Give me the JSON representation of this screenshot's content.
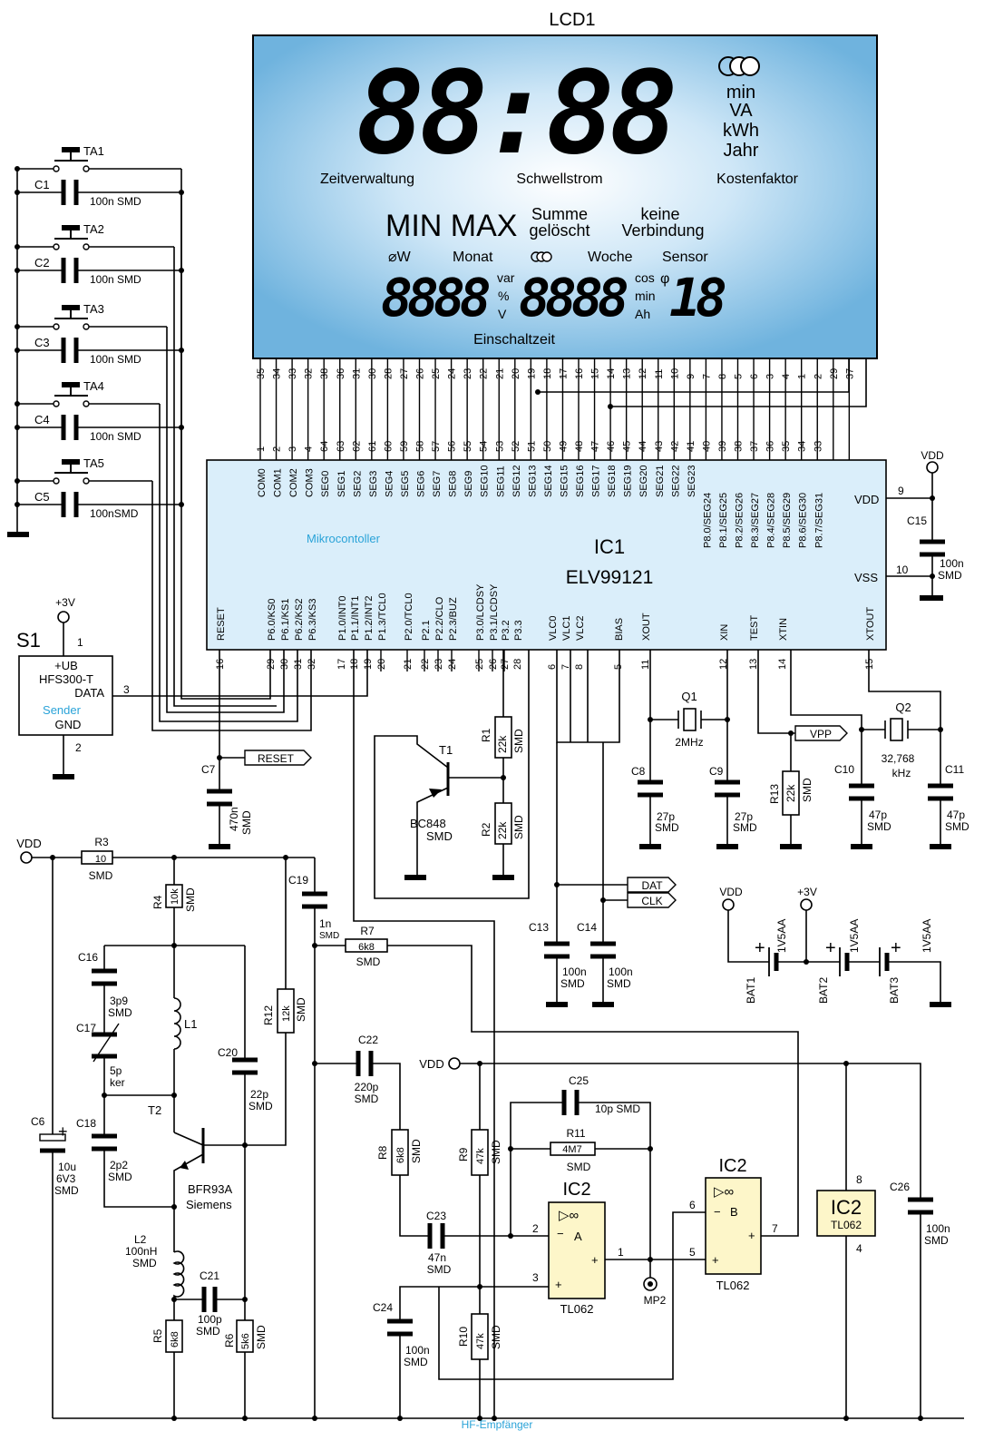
{
  "lcd": {
    "title": "LCD1",
    "big_digits": "88:88",
    "units": [
      "min",
      "VA",
      "kWh",
      "Jahr"
    ],
    "line1": [
      "Zeitverwaltung",
      "Schwellstrom",
      "Kostenfaktor"
    ],
    "min_max": "MIN MAX",
    "summe": [
      "Summe",
      "gelöscht"
    ],
    "keine": [
      "keine",
      "Verbindung"
    ],
    "line3": [
      "⌀W",
      "Monat",
      "Woche",
      "Sensor"
    ],
    "small_digits_1": "8888",
    "small_digits_2": "8888",
    "small_digits_3": "18",
    "units_small": [
      "var",
      "%",
      "V",
      "cos",
      "φ",
      "min",
      "Ah"
    ],
    "footer": "Einschaltzeit",
    "lcd_pins": [
      "35",
      "34",
      "33",
      "32",
      "38",
      "36",
      "31",
      "30",
      "28",
      "27",
      "26",
      "25",
      "24",
      "23",
      "22",
      "21",
      "20",
      "19",
      "18",
      "17",
      "16",
      "15",
      "14",
      "13",
      "12",
      "11",
      "10",
      "9",
      "7",
      "8",
      "5",
      "6",
      "3",
      "4",
      "1",
      "2",
      "29",
      "37"
    ]
  },
  "ic1": {
    "ref": "IC1",
    "part": "ELV99121",
    "label": "Mikrocontoller",
    "top_pin_numbers": [
      "1",
      "2",
      "3",
      "4",
      "64",
      "63",
      "62",
      "61",
      "60",
      "59",
      "58",
      "57",
      "56",
      "55",
      "54",
      "53",
      "52",
      "51",
      "50",
      "49",
      "48",
      "47",
      "46",
      "45",
      "44",
      "43",
      "42",
      "41",
      "40",
      "39",
      "38",
      "37",
      "36",
      "35",
      "34",
      "33"
    ],
    "top_pin_names": [
      "COM0",
      "COM1",
      "COM2",
      "COM3",
      "SEG0",
      "SEG1",
      "SEG2",
      "SEG3",
      "SEG4",
      "SEG5",
      "SEG6",
      "SEG7",
      "SEG8",
      "SEG9",
      "SEG10",
      "SEG11",
      "SEG12",
      "SEG13",
      "SEG14",
      "SEG15",
      "SEG16",
      "SEG17",
      "SEG18",
      "SEG19",
      "SEG20",
      "SEG21",
      "SEG22",
      "SEG23",
      "P8.0/SEG24",
      "P8.1/SEG25",
      "P8.2/SEG26",
      "P8.3/SEG27",
      "P8.4/SEG28",
      "P8.5/SEG29",
      "P8.6/SEG30",
      "P8.7/SEG31"
    ],
    "bottom_pin_names": [
      "RESET",
      "P6.0/KS0",
      "P6.1/KS1",
      "P6.2/KS2",
      "P6.3/KS3",
      "P1.0/INT0",
      "P1.1/INT1",
      "P1.2/INT2",
      "P1.3/TCL0",
      "P2.0/TCL0",
      "P2.1",
      "P2.2/CLO",
      "P2.3/BUZ",
      "P3.0/LCDSY",
      "P3.1/LCDSY",
      "P3.2",
      "P3.3",
      "VLC0",
      "VLC1",
      "VLC2",
      "BIAS",
      "XOUT",
      "XIN",
      "TEST",
      "XTIN",
      "XTOUT"
    ],
    "bottom_pin_numbers": [
      "16",
      "29",
      "30",
      "31",
      "32",
      "17",
      "18",
      "19",
      "20",
      "21",
      "22",
      "23",
      "24",
      "25",
      "26",
      "27",
      "28",
      "6",
      "7",
      "8",
      "5",
      "11",
      "12",
      "13",
      "14",
      "15"
    ],
    "vdd_label": "VDD",
    "vdd_pin": "9",
    "vss_label": "VSS",
    "vss_pin": "10"
  },
  "keys": [
    {
      "ref": "TA1",
      "cap": "C1",
      "value": "100n  SMD"
    },
    {
      "ref": "TA2",
      "cap": "C2",
      "value": "100n  SMD"
    },
    {
      "ref": "TA3",
      "cap": "C3",
      "value": "100n  SMD"
    },
    {
      "ref": "TA4",
      "cap": "C4",
      "value": "100n  SMD"
    },
    {
      "ref": "TA5",
      "cap": "C5",
      "value": "100nSMD"
    }
  ],
  "sender": {
    "ref": "S1",
    "supply": "+3V",
    "pin1": "1",
    "ub": "+UB",
    "part": "HFS300-T",
    "data": "DATA",
    "pin3": "3",
    "name": "Sender",
    "gnd": "GND",
    "pin2": "2"
  },
  "misc": {
    "reset": "RESET",
    "vpp": "VPP",
    "dat": "DAT",
    "clk": "CLK",
    "vdd": "VDD",
    "plus3v": "+3V",
    "mp2": "MP2",
    "bottom_label": "HF-Empfänger"
  },
  "parts": {
    "C7": [
      "C7",
      "470n",
      "SMD"
    ],
    "C15": [
      "C15",
      "100n",
      "SMD"
    ],
    "Q1": [
      "Q1",
      "2MHz"
    ],
    "Q2": [
      "Q2",
      "32,768",
      "kHz"
    ],
    "C8": [
      "C8",
      "27p",
      "SMD"
    ],
    "C9": [
      "C9",
      "27p",
      "SMD"
    ],
    "R13": [
      "R13",
      "22k",
      "SMD"
    ],
    "C10": [
      "C10",
      "47p",
      "SMD"
    ],
    "C11": [
      "C11",
      "47p",
      "SMD"
    ],
    "T1": [
      "T1",
      "BC848",
      "SMD"
    ],
    "R1": [
      "R1",
      "22k",
      "SMD"
    ],
    "R2": [
      "R2",
      "22k",
      "SMD"
    ],
    "C13": [
      "C13",
      "100n",
      "SMD"
    ],
    "C14": [
      "C14",
      "100n",
      "SMD"
    ],
    "BAT": [
      "BAT1",
      "BAT2",
      "BAT3",
      "1V5AA"
    ],
    "R3": [
      "R3",
      "10",
      "SMD"
    ],
    "R4": [
      "R4",
      "10k",
      "SMD"
    ],
    "C16": [
      "C16",
      "3p9",
      "SMD"
    ],
    "C17": [
      "C17",
      "5p",
      "ker"
    ],
    "L1": [
      "L1"
    ],
    "C18": [
      "C18",
      "2p2",
      "SMD"
    ],
    "C6": [
      "C6",
      "10u",
      "6V3",
      "SMD"
    ],
    "T2": [
      "T2",
      "BFR93A",
      "Siemens"
    ],
    "L2": [
      "L2",
      "100nH",
      "SMD"
    ],
    "C21": [
      "C21",
      "100p",
      "SMD"
    ],
    "R5": [
      "R5",
      "6k8"
    ],
    "R6": [
      "R6",
      "5k6",
      "SMD"
    ],
    "C20": [
      "C20",
      "22p",
      "SMD"
    ],
    "R12": [
      "R12",
      "12k",
      "SMD"
    ],
    "C19": [
      "C19",
      "1n",
      "SMD"
    ],
    "R7": [
      "R7",
      "6k8",
      "SMD"
    ],
    "C22": [
      "C22",
      "220p",
      "SMD"
    ],
    "R8": [
      "R8",
      "6k8",
      "SMD"
    ],
    "C23": [
      "C23",
      "47n",
      "SMD"
    ],
    "C24": [
      "C24",
      "100n",
      "SMD"
    ],
    "R9": [
      "R9",
      "47k",
      "SMD"
    ],
    "R10": [
      "R10",
      "47k",
      "SMD"
    ],
    "C25": [
      "C25",
      "10p  SMD"
    ],
    "R11": [
      "R11",
      "4M7",
      "SMD"
    ],
    "C26": [
      "C26",
      "100n",
      "SMD"
    ],
    "IC2A": [
      "IC2",
      "A",
      "TL062",
      "2",
      "3",
      "1"
    ],
    "IC2B": [
      "IC2",
      "B",
      "TL062",
      "6",
      "5",
      "7"
    ],
    "IC2P": [
      "IC2",
      "TL062",
      "8",
      "4"
    ]
  }
}
